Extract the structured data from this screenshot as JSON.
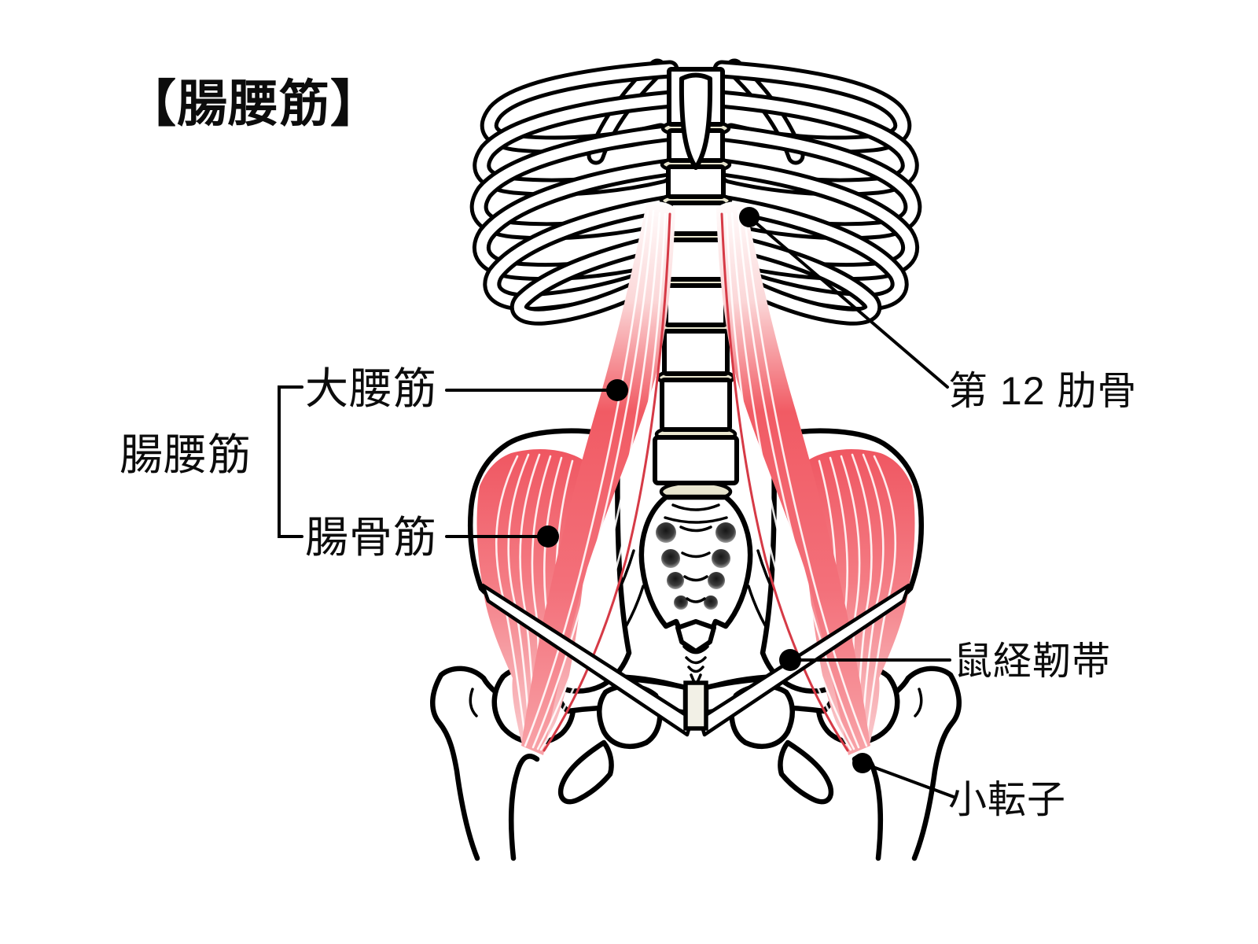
{
  "title": "【腸腰筋】",
  "diagram": {
    "group_label": "腸腰筋",
    "bracket_labels": {
      "psoas_major": "大腰筋",
      "iliacus": "腸骨筋"
    },
    "callouts": {
      "rib12": "第 12 肋骨",
      "inguinal_ligament": "鼠経靭帯",
      "lesser_trochanter": "小転子"
    }
  },
  "colors": {
    "background": "#ffffff",
    "outline_black": "#000000",
    "muscle_red": "#f15b64",
    "muscle_pink": "#f8a3a8",
    "muscle_dark_line": "#d63a46",
    "disc_beige": "#e8e5ce",
    "symphysis_beige": "#f2f0e6"
  }
}
